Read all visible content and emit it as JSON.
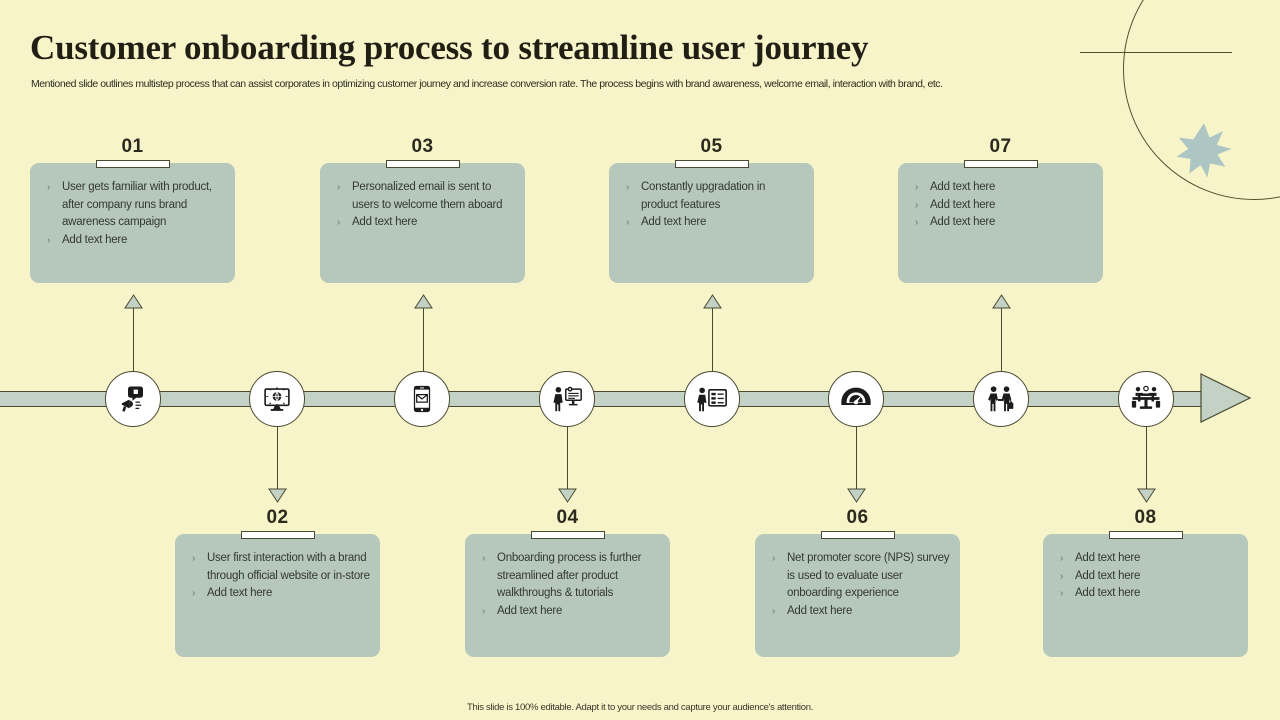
{
  "header": {
    "title": "Customer onboarding process to streamline user journey",
    "subtitle": "Mentioned slide outlines multistep process that can assist corporates in optimizing customer journey and increase conversion rate. The process begins with brand awareness, welcome email, interaction with brand, etc."
  },
  "colors": {
    "background": "#f7f4c9",
    "card": "#b6c8bb",
    "rail": "#c3d2c4",
    "outline": "#4a4a32",
    "text": "#34392f",
    "title": "#211f14",
    "accent_star": "#aec6c3"
  },
  "steps": [
    {
      "number": "01",
      "position": "top",
      "icon": "megaphone-announcement-icon",
      "bullets": [
        "User gets familiar with product, after company runs brand awareness campaign",
        "Add text here"
      ]
    },
    {
      "number": "02",
      "position": "bottom",
      "icon": "monitor-globe-website-icon",
      "bullets": [
        "User first interaction with a brand through official website or in-store",
        "Add text here"
      ]
    },
    {
      "number": "03",
      "position": "top",
      "icon": "mobile-email-icon",
      "bullets": [
        "Personalized email is sent to users to welcome them aboard",
        "Add text here"
      ]
    },
    {
      "number": "04",
      "position": "bottom",
      "icon": "person-presentation-setup-icon",
      "bullets": [
        "Onboarding process is further streamlined after product walkthroughs & tutorials",
        "Add text here"
      ]
    },
    {
      "number": "05",
      "position": "top",
      "icon": "person-checklist-board-icon",
      "bullets": [
        "Constantly upgradation in product features",
        "Add text here"
      ]
    },
    {
      "number": "06",
      "position": "bottom",
      "icon": "gauge-speedometer-icon",
      "bullets": [
        "Net promoter score (NPS) survey is used to evaluate user onboarding experience",
        "Add text here"
      ]
    },
    {
      "number": "07",
      "position": "top",
      "icon": "handshake-people-icon",
      "bullets": [
        "Add text here",
        "Add text here",
        "Add text here"
      ]
    },
    {
      "number": "08",
      "position": "bottom",
      "icon": "meeting-table-people-icon",
      "bullets": [
        "Add text here",
        "Add text here",
        "Add text here"
      ]
    }
  ],
  "bullet_marker": "›",
  "footer": {
    "note": "This slide is 100% editable. Adapt it to your needs and capture your audience's attention."
  },
  "decor": {
    "arc": "quarter-circle-arc",
    "line": "horizontal-rule",
    "star": "eight-point-burst"
  }
}
